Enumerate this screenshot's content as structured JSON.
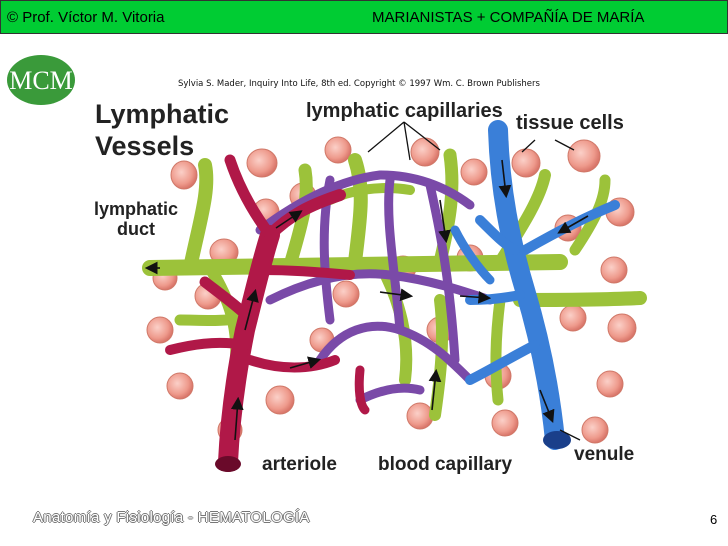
{
  "header": {
    "author": "© Prof. Víctor M. Vitoria",
    "organization": "MARIANISTAS + COMPAÑÍA DE MARÍA"
  },
  "logo": {
    "text": "MCM"
  },
  "credit": "Sylvia S. Mader, Inquiry Into Life, 8th ed. Copyright © 1997 Wm. C. Brown Publishers",
  "diagram": {
    "title_line1": "Lymphatic",
    "title_line2": "Vessels",
    "labels": {
      "lymphatic_capillaries": "lymphatic capillaries",
      "tissue_cells": "tissue cells",
      "lymphatic_duct_line1": "lymphatic",
      "lymphatic_duct_line2": "duct",
      "arteriole": "arteriole",
      "blood_capillary": "blood capillary",
      "venule": "venule"
    },
    "colors": {
      "arteriole": "#b01848",
      "capillary": "#7a4aa8",
      "venule": "#3a7fd8",
      "lymphatic": "#9cc23a",
      "tissue_cell": "#ee9a8c"
    }
  },
  "footer": {
    "course": "Anatomía y Fisiología - HEMATOLOGÍA",
    "page_number": "6"
  }
}
